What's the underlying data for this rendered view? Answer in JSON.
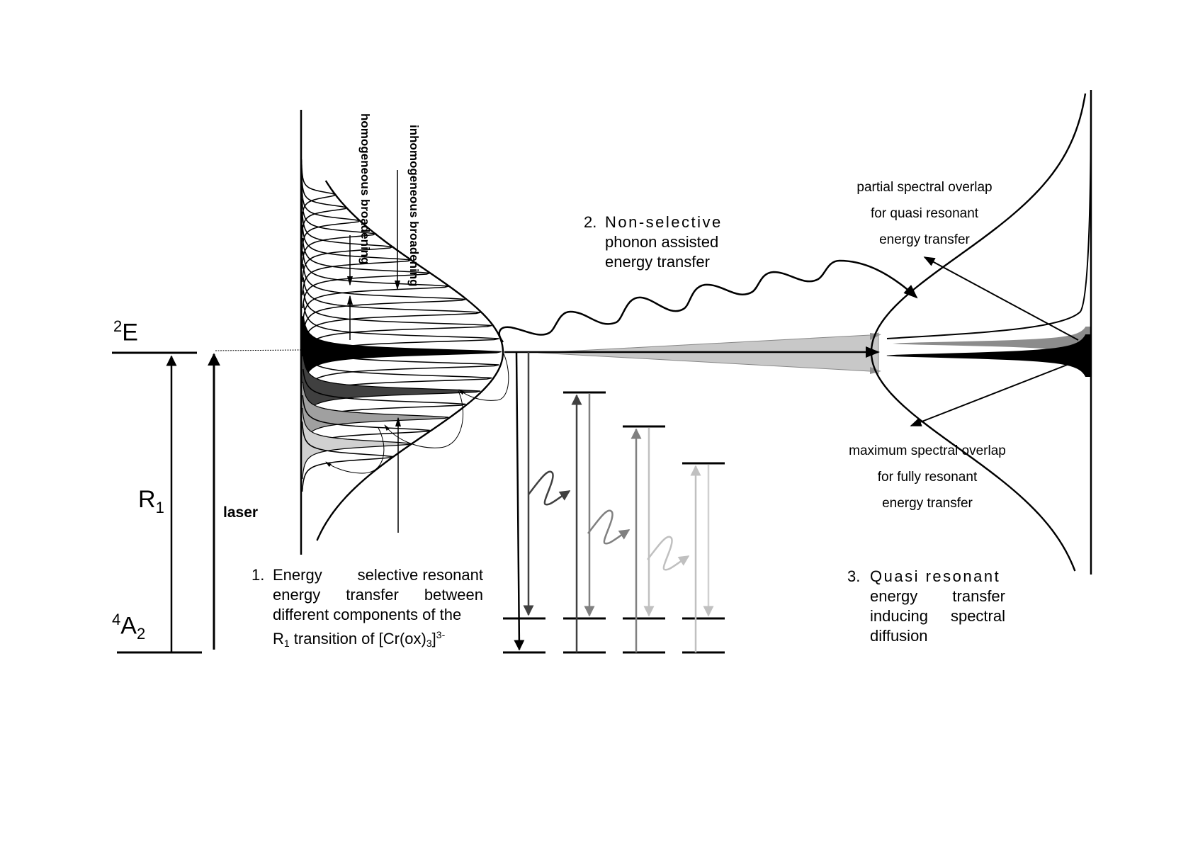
{
  "levels": {
    "excited_label": "E",
    "excited_sup": "2",
    "ground_label": "A",
    "ground_sup": "4",
    "ground_sub": "2",
    "transition_label": "R",
    "transition_sub": "1",
    "laser_label": "laser"
  },
  "annotations": {
    "homogeneous": "homogeneous broadening",
    "inhomogeneous": "inhomogeneous broadening"
  },
  "step1": {
    "number": "1.",
    "lines": [
      [
        "Energy",
        "selective resonant"
      ],
      [
        "energy",
        "transfer",
        "between"
      ],
      [
        "different components of the"
      ]
    ],
    "last_line_prefix": "R",
    "last_line_sub": "1",
    "last_line_mid": " transition of [Cr(ox)",
    "last_line_sub2": "3",
    "last_line_end": "]",
    "last_line_sup": "3-"
  },
  "step2": {
    "number": "2.",
    "line1": "Non-selective",
    "line2": "phonon assisted",
    "line3": "energy transfer"
  },
  "step3": {
    "number": "3.",
    "line1": "Quasi resonant",
    "line2a": "energy",
    "line2b": "transfer",
    "line3a": "inducing",
    "line3b": "spectral",
    "line4": "diffusion"
  },
  "partial_overlap": {
    "line1": "partial spectral overlap",
    "line2": "for quasi resonant",
    "line3": "energy transfer"
  },
  "maximum_overlap": {
    "line1": "maximum spectral overlap",
    "line2": "for fully resonant",
    "line3": "energy transfer"
  },
  "colors": {
    "black": "#000000",
    "dark_gray": "#404040",
    "mid_gray": "#808080",
    "light_gray": "#c0c0c0",
    "cone_fill": "#c8c8c8",
    "peak_gray": "#8c8c8c"
  }
}
